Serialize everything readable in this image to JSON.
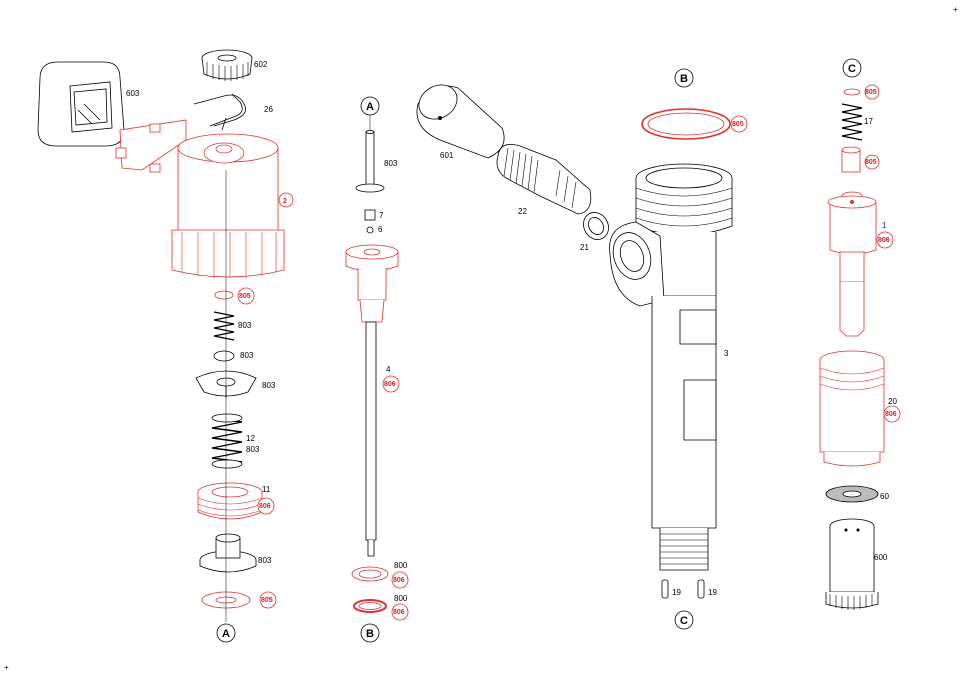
{
  "colors": {
    "line": "#000000",
    "highlight": "#e03030",
    "callout_red": "#d42020",
    "callout_blue": "#1a2aa0"
  },
  "refs": {
    "a": "A",
    "b": "B",
    "c": "C"
  },
  "assembly_a": {
    "p603": "603",
    "p602": "602",
    "p26": "26",
    "p2": "2",
    "p805_top": "805",
    "p803_spring": "803",
    "p803_ring": "803",
    "p803_disc": "803",
    "p12": "12",
    "p803_spring2": "803",
    "p11": "11",
    "p806_11": "806",
    "p803_seat": "803",
    "p805_bottom": "805"
  },
  "assembly_b": {
    "p803": "803",
    "p7": "7",
    "p6": "6",
    "p4": "4",
    "p806_4": "806",
    "p800_a": "800",
    "p806_a": "806",
    "p800_b": "800",
    "p806_b": "806"
  },
  "assembly_body": {
    "p601": "601",
    "p22": "22",
    "p21": "21",
    "p805": "805",
    "p3": "3",
    "p19_a": "19",
    "p19_b": "19"
  },
  "assembly_c": {
    "p805_top": "805",
    "p17": "17",
    "p805_mid": "805",
    "p1": "1",
    "p806_1": "806",
    "p20": "20",
    "p806_20": "806",
    "p60": "60",
    "p600": "600"
  }
}
